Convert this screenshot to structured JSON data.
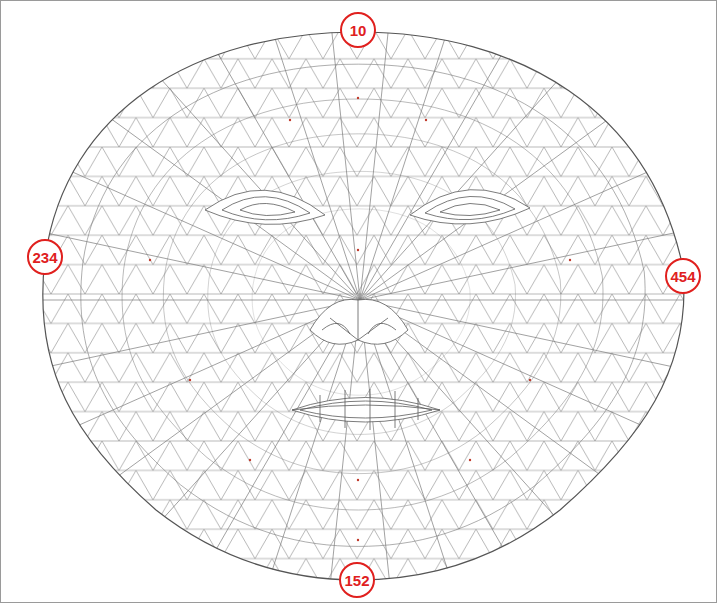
{
  "diagram": {
    "nodes": [
      {
        "text": [
          "10"
        ]
      },
      {
        "text": [
          "234"
        ]
      },
      {
        "text": [
          "454"
        ]
      },
      {
        "text": [
          "152"
        ]
      }
    ]
  }
}
